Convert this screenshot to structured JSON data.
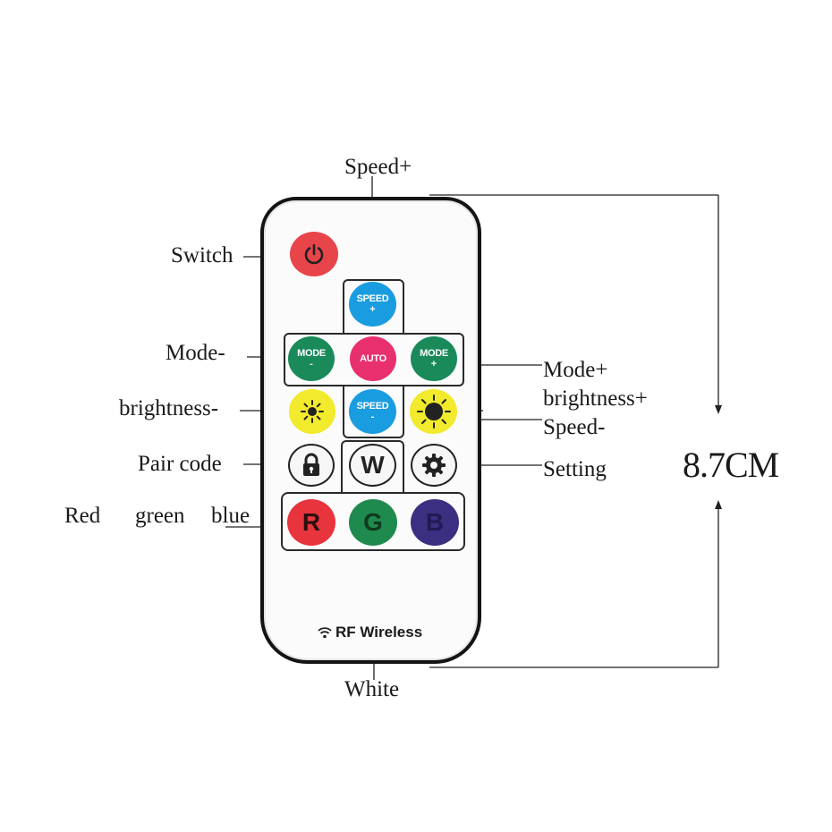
{
  "labels": {
    "speed_plus": "Speed+",
    "switch": "Switch",
    "mode_minus": "Mode-",
    "brightness_minus": "brightness-",
    "pair_code": "Pair code",
    "red": "Red",
    "green": "green",
    "blue": "blue",
    "mode_plus": "Mode+",
    "brightness_plus": "brightness+",
    "speed_minus": "Speed-",
    "setting": "Setting",
    "white": "White",
    "dimension": "8.7CM"
  },
  "remote": {
    "brand": "RF Wireless",
    "brand_icon": "wifi-icon",
    "buttons": {
      "power": {
        "icon": "power-icon",
        "color": "#e8454b"
      },
      "speed_up": {
        "line1": "SPEED",
        "line2": "+",
        "color": "#1a9de0"
      },
      "mode_down": {
        "line1": "MODE",
        "line2": "-",
        "color": "#1a8a5a"
      },
      "auto": {
        "line1": "AUTO",
        "color": "#e8306e"
      },
      "mode_up": {
        "line1": "MODE",
        "line2": "+",
        "color": "#1a8a5a"
      },
      "bright_down": {
        "icon": "sun-small-icon",
        "color": "#f2ea2c"
      },
      "speed_down": {
        "line1": "SPEED",
        "line2": "-",
        "color": "#1a9de0"
      },
      "bright_up": {
        "icon": "sun-large-icon",
        "color": "#f2ea2c"
      },
      "pair": {
        "icon": "lock-icon",
        "color": "#f6f6f6"
      },
      "white": {
        "letter": "W",
        "color": "#f6f6f6"
      },
      "setting": {
        "icon": "gear-icon",
        "color": "#f6f6f6"
      },
      "red": {
        "letter": "R",
        "color": "#e8343c"
      },
      "green": {
        "letter": "G",
        "color": "#1f8a4e"
      },
      "blue": {
        "letter": "B",
        "color": "#3a2f80"
      }
    }
  }
}
